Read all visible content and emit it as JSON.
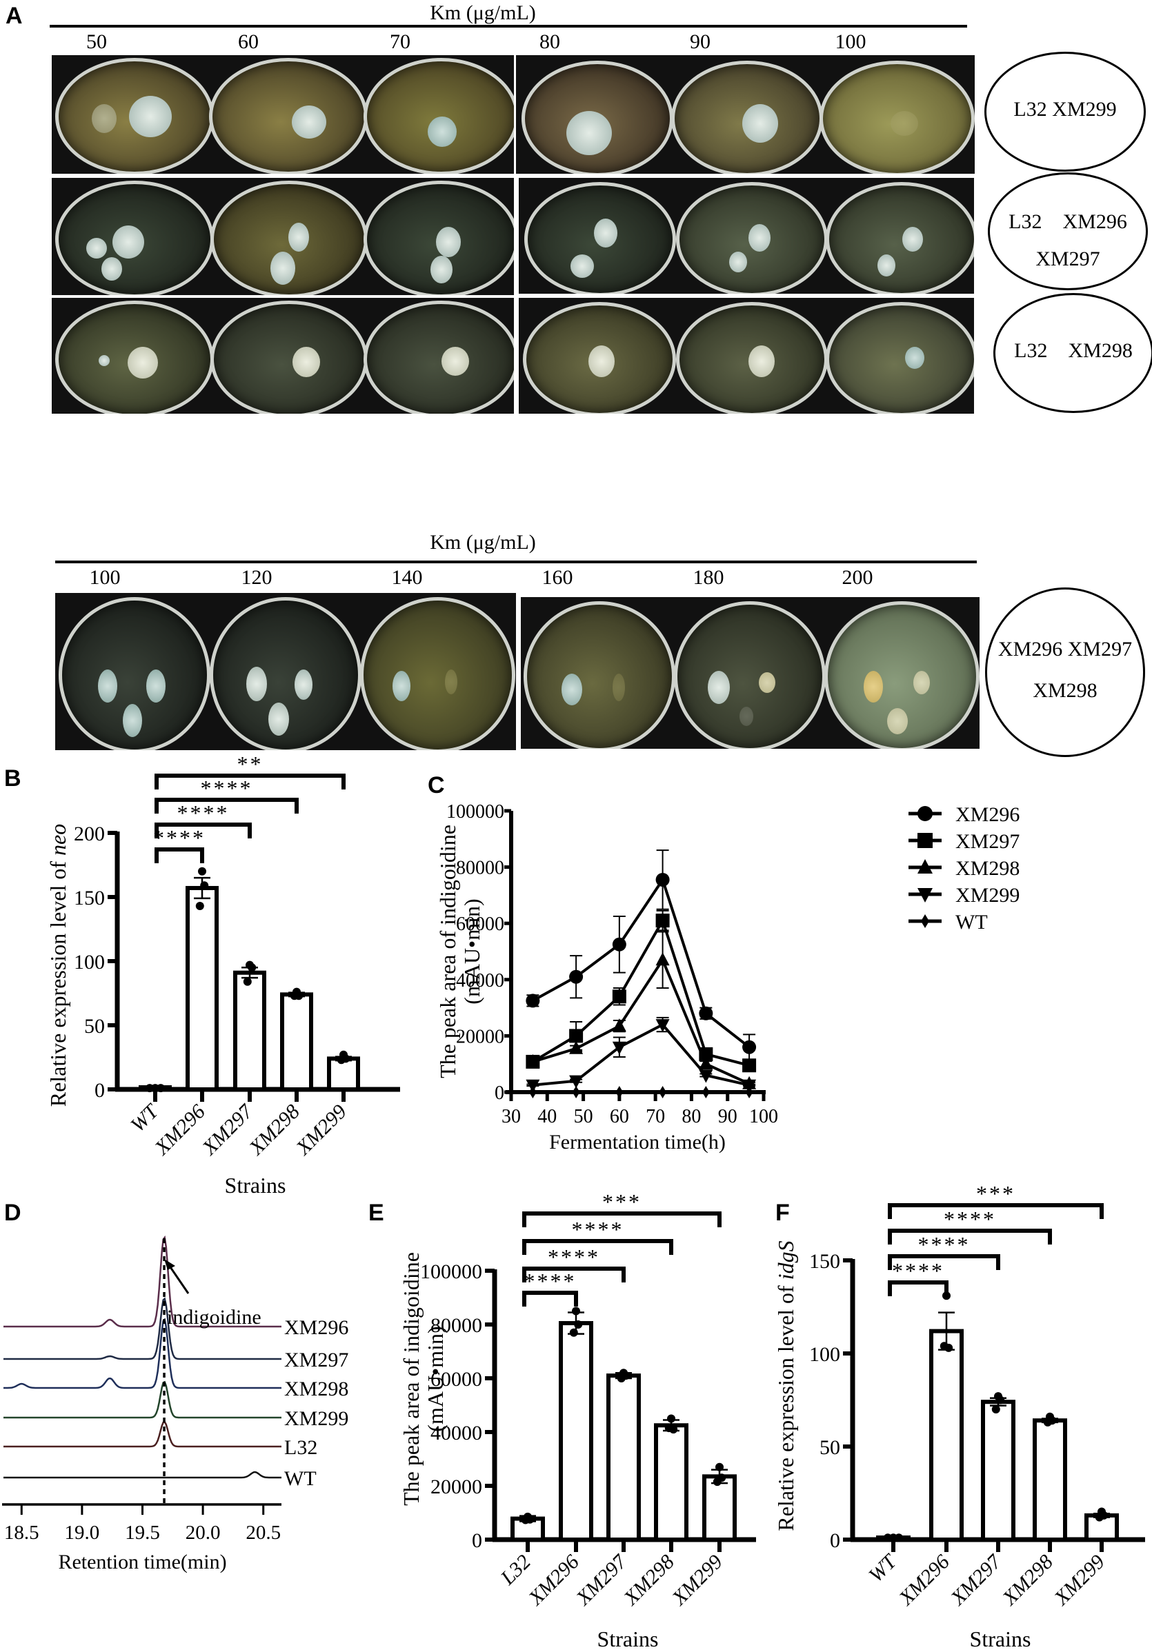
{
  "panel_labels": {
    "a": "A",
    "b": "B",
    "c": "C",
    "d": "D",
    "e": "E",
    "f": "F"
  },
  "panel_a": {
    "top": {
      "title": "Km (μg/mL)",
      "concentrations": [
        "50",
        "60",
        "70",
        "80",
        "90",
        "100"
      ],
      "rows": [
        {
          "legend_line1": "L32  XM299",
          "legend_line2": ""
        },
        {
          "legend_line1": "L32    XM296",
          "legend_line2": "XM297"
        },
        {
          "legend_line1": "L32    XM298",
          "legend_line2": ""
        }
      ]
    },
    "bottom": {
      "title": "Km (μg/mL)",
      "concentrations": [
        "100",
        "120",
        "140",
        "160",
        "180",
        "200"
      ],
      "legend_line1": "XM296 XM297",
      "legend_line2": "XM298"
    }
  },
  "chart_data": [
    {
      "panel": "B",
      "type": "bar",
      "title": "",
      "xlabel": "Strains",
      "ylabel": "Relative expression level of neo",
      "ylabel_plain": "Relative expression level of ",
      "ylabel_italic": "neo",
      "categories": [
        "WT",
        "XM296",
        "XM297",
        "XM298",
        "XM299"
      ],
      "values": [
        1,
        157,
        91,
        74,
        24
      ],
      "errors": [
        0.5,
        8,
        4,
        1.5,
        1.5
      ],
      "points": [
        [
          1,
          1,
          1
        ],
        [
          170,
          159,
          143
        ],
        [
          97,
          95,
          84
        ],
        [
          76,
          73,
          73
        ],
        [
          27,
          24,
          23
        ]
      ],
      "yticks": [
        0,
        50,
        100,
        150,
        200
      ],
      "ylim": [
        0,
        200
      ],
      "significance": [
        {
          "from": "WT",
          "to": "XM296",
          "label": "****"
        },
        {
          "from": "WT",
          "to": "XM297",
          "label": "****"
        },
        {
          "from": "WT",
          "to": "XM298",
          "label": "****"
        },
        {
          "from": "WT",
          "to": "XM299",
          "label": "**"
        }
      ]
    },
    {
      "panel": "C",
      "type": "line",
      "title": "",
      "xlabel": "Fermentation time(h)",
      "ylabel": "The peak area of indigoidine (mAU•min)",
      "ylabel_line1": "The peak area of indigoidine",
      "ylabel_line2": "(mAU•min)",
      "x": [
        36,
        48,
        60,
        72,
        84,
        96
      ],
      "xticks": [
        30,
        40,
        50,
        60,
        70,
        80,
        90,
        100
      ],
      "xlim": [
        30,
        100
      ],
      "yticks": [
        0,
        20000,
        40000,
        60000,
        80000,
        100000
      ],
      "ylim": [
        0,
        100000
      ],
      "legend_position": "top-right",
      "series": [
        {
          "name": "XM296",
          "marker": "circle",
          "values": [
            32500,
            41000,
            52500,
            75500,
            28000,
            16000
          ],
          "errors": [
            2000,
            7500,
            10000,
            10500,
            2000,
            4500
          ]
        },
        {
          "name": "XM297",
          "marker": "square",
          "values": [
            10800,
            20000,
            34000,
            61000,
            13500,
            9500
          ],
          "errors": [
            500,
            5000,
            3000,
            3500,
            1000,
            1500
          ]
        },
        {
          "name": "XM298",
          "marker": "triangle-up",
          "values": [
            10800,
            15500,
            23500,
            47000,
            10000,
            3000
          ],
          "errors": [
            500,
            1000,
            2000,
            10000,
            1000,
            500
          ]
        },
        {
          "name": "XM299",
          "marker": "triangle-down",
          "values": [
            2500,
            4000,
            16000,
            24000,
            6000,
            2500
          ],
          "errors": [
            300,
            500,
            3500,
            2500,
            500,
            300
          ]
        },
        {
          "name": "WT",
          "marker": "diamond",
          "values": [
            0,
            0,
            0,
            0,
            0,
            0
          ],
          "errors": [
            0,
            0,
            0,
            0,
            0,
            0
          ]
        }
      ]
    },
    {
      "panel": "D",
      "type": "line",
      "title": "",
      "xlabel": "Retention time(min)",
      "ylabel": "",
      "xticks": [
        "18.5",
        "19.0",
        "19.5",
        "20.0",
        "20.5"
      ],
      "xlim": [
        18.35,
        20.65
      ],
      "annotation": "indigoidine",
      "peak_rt": 19.68,
      "series": [
        {
          "name": "XM296",
          "color": "#5a2d4a",
          "peak_height": 130,
          "minor_peaks": [
            [
              19.23,
              10
            ]
          ]
        },
        {
          "name": "XM297",
          "color": "#1f2a44",
          "peak_height": 88,
          "minor_peaks": [
            [
              19.23,
              4
            ]
          ]
        },
        {
          "name": "XM298",
          "color": "#1f2f5a",
          "peak_height": 100,
          "minor_peaks": [
            [
              18.5,
              6
            ],
            [
              19.23,
              14
            ]
          ]
        },
        {
          "name": "XM299",
          "color": "#22442a",
          "peak_height": 52,
          "minor_peaks": []
        },
        {
          "name": "L32",
          "color": "#4a1f1f",
          "peak_height": 36,
          "minor_peaks": []
        },
        {
          "name": "WT",
          "color": "#111111",
          "peak_height": 0,
          "minor_peaks": [
            [
              20.43,
              8
            ]
          ]
        }
      ]
    },
    {
      "panel": "E",
      "type": "bar",
      "title": "",
      "xlabel": "Strains",
      "ylabel": "The peak area of indigoidine (mAU•min)",
      "ylabel_line1": "The peak area of indigoidine",
      "ylabel_line2": "(mAU•min)",
      "categories": [
        "L32",
        "XM296",
        "XM297",
        "XM298",
        "XM299"
      ],
      "values": [
        7800,
        80500,
        61000,
        42500,
        23500
      ],
      "errors": [
        1000,
        4000,
        1000,
        2000,
        2500
      ],
      "points": [
        [
          8500,
          7500,
          7300
        ],
        [
          85000,
          80000,
          77000
        ],
        [
          62000,
          61000,
          60000
        ],
        [
          45000,
          41000,
          41500
        ],
        [
          27000,
          23000,
          21500
        ]
      ],
      "yticks": [
        0,
        20000,
        40000,
        60000,
        80000,
        100000
      ],
      "ylim": [
        0,
        100000
      ],
      "significance": [
        {
          "from": "L32",
          "to": "XM296",
          "label": "****"
        },
        {
          "from": "L32",
          "to": "XM297",
          "label": "****"
        },
        {
          "from": "L32",
          "to": "XM298",
          "label": "****"
        },
        {
          "from": "L32",
          "to": "XM299",
          "label": "***"
        }
      ]
    },
    {
      "panel": "F",
      "type": "bar",
      "title": "",
      "xlabel": "Strains",
      "ylabel": "Relative expression level of idgS",
      "ylabel_plain": "Relative expression level of ",
      "ylabel_italic": "idgS",
      "categories": [
        "WT",
        "XM296",
        "XM297",
        "XM298",
        "XM299"
      ],
      "values": [
        1,
        112,
        74,
        64,
        13
      ],
      "errors": [
        0.5,
        10,
        2,
        1,
        1
      ],
      "points": [
        [
          1,
          1,
          1
        ],
        [
          131,
          103,
          104
        ],
        [
          77,
          75,
          70
        ],
        [
          66,
          64,
          63
        ],
        [
          15,
          13,
          12
        ]
      ],
      "yticks": [
        0,
        50,
        100,
        150
      ],
      "ylim": [
        0,
        150
      ],
      "significance": [
        {
          "from": "WT",
          "to": "XM296",
          "label": "****"
        },
        {
          "from": "WT",
          "to": "XM297",
          "label": "****"
        },
        {
          "from": "WT",
          "to": "XM298",
          "label": "****"
        },
        {
          "from": "WT",
          "to": "XM299",
          "label": "***"
        }
      ]
    }
  ]
}
